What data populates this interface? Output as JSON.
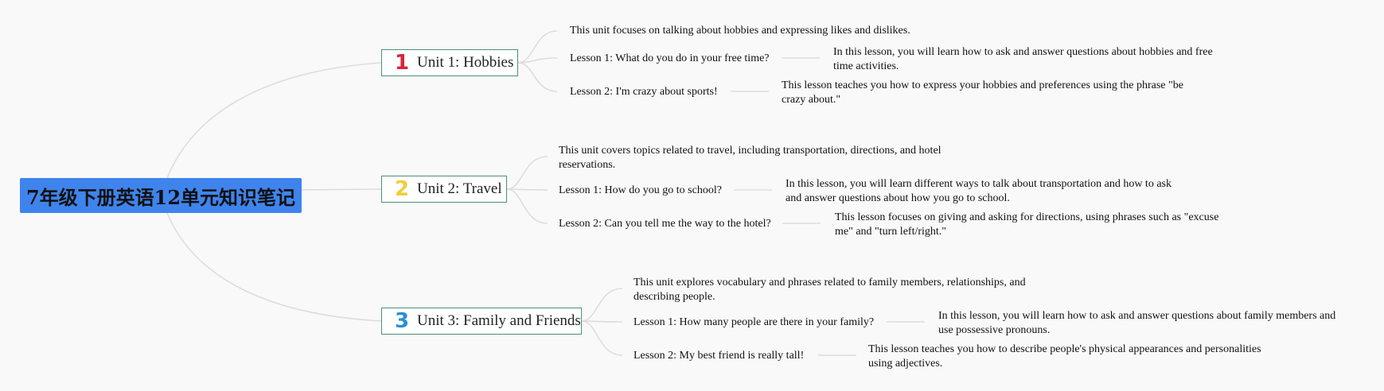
{
  "root": {
    "title": "7年级下册英语12单元知识笔记"
  },
  "units": [
    {
      "number": "1",
      "number_color": "#d7263d",
      "title": "Unit 1: Hobbies",
      "summary": "This unit focuses on talking about hobbies and expressing likes and dislikes.",
      "lessons": [
        {
          "title": "Lesson 1: What do you do in your free time?",
          "description": "In this lesson, you will learn how to ask and answer questions about hobbies and free time activities."
        },
        {
          "title": "Lesson 2: I'm crazy about sports!",
          "description": "This lesson teaches you how to express your hobbies and preferences using the phrase \"be crazy about.\""
        }
      ]
    },
    {
      "number": "2",
      "number_color": "#f2cd3a",
      "title": "Unit 2: Travel",
      "summary": "This unit covers topics related to travel, including transportation, directions, and hotel reservations.",
      "lessons": [
        {
          "title": "Lesson 1: How do you go to school?",
          "description": "In this lesson, you will learn different ways to talk about transportation and how to ask and answer questions about how you go to school."
        },
        {
          "title": "Lesson 2: Can you tell me the way to the hotel?",
          "description": "This lesson focuses on giving and asking for directions, using phrases such as \"excuse me\" and \"turn left/right.\""
        }
      ]
    },
    {
      "number": "3",
      "number_color": "#2a8fd6",
      "title": "Unit 3: Family and Friends",
      "summary": "This unit explores vocabulary and phrases related to family members, relationships, and describing people.",
      "lessons": [
        {
          "title": "Lesson 1: How many people are there in your family?",
          "description": "In this lesson, you will learn how to ask and answer questions about family members and use possessive pronouns."
        },
        {
          "title": "Lesson 2: My best friend is really tall!",
          "description": "This lesson teaches you how to describe people's physical appearances and personalities using adjectives."
        }
      ]
    }
  ],
  "colors": {
    "root_bg": "#3f84ec",
    "unit_border": "#4c8f7a",
    "connector": "#dddddd"
  }
}
